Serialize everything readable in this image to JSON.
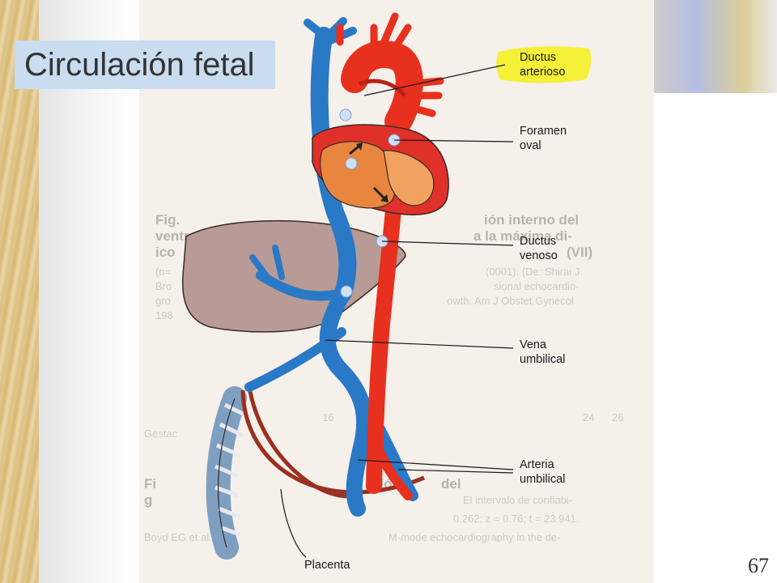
{
  "slide": {
    "title": "Circulación fetal",
    "page_number": "67"
  },
  "labels": {
    "ductus_arterioso": [
      "Ductus",
      "arterioso"
    ],
    "foramen_oval": [
      "Foramen",
      "oval"
    ],
    "ductus_venoso": [
      "Ductus",
      "venoso"
    ],
    "vena_umbilical": [
      "Vena",
      "umbilical"
    ],
    "arteria_umbilical": [
      "Arteria",
      "umbilical"
    ],
    "placenta": "Placenta"
  },
  "background_text": {
    "fig_caption": [
      "Fig.",
      "ventr",
      "ico",
      "(n=",
      "Bro",
      "gro",
      "198"
    ],
    "fig_caption_right": [
      "ión interno del",
      "a la máxima di-",
      "(VII)",
      "(0001). (De: Shirai J.",
      "sional echocardio-",
      "owth. Am J Obstet Gynecol"
    ],
    "axis_ticks": [
      "16",
      "24",
      "26"
    ],
    "axis_label": "Gestac",
    "second_caption": [
      "Fi",
      "g",
      "sión",
      "del",
      "El intervalo de confiabi-",
      "0.262; z = 0.76; t = 23.941.",
      "M-mode echocardiography in the de-",
      "Boyd EG et al."
    ]
  },
  "colors": {
    "title_bg": "#c9dcf0",
    "artery": "#e8301e",
    "vein": "#2a79c6",
    "liver": "#b89a96",
    "heart": "#e8863f",
    "highlight": "#f5f038"
  }
}
